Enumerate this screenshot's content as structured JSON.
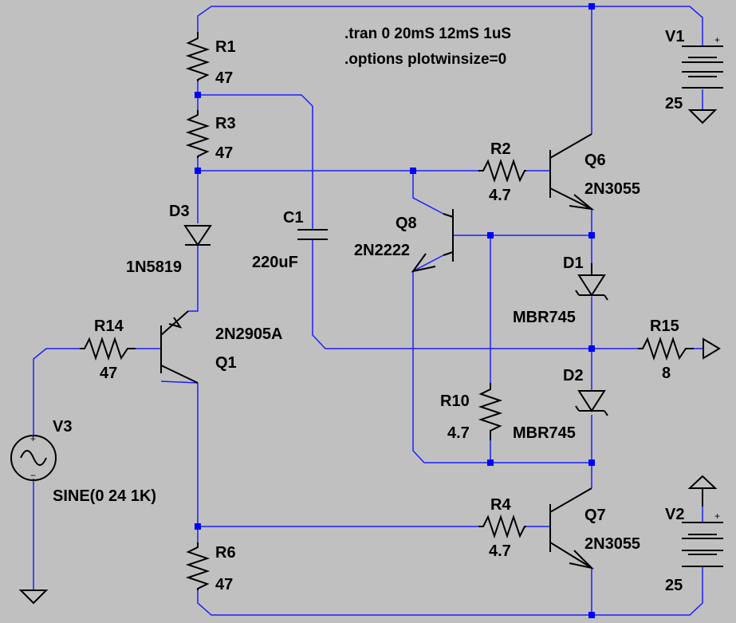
{
  "colors": {
    "background": "#c0c0c0",
    "wire": "#1e1eff",
    "junction": "#0000ff",
    "component": "#000000"
  },
  "directives": {
    "tran": ".tran 0 20mS 12mS 1uS",
    "options": ".options plotwinsize=0"
  },
  "marks": {
    "plus": "+",
    "minus": "−"
  },
  "parts": {
    "r1": {
      "name": "R1",
      "value": "47"
    },
    "r3": {
      "name": "R3",
      "value": "47"
    },
    "r2": {
      "name": "R2",
      "value": "4.7"
    },
    "r4": {
      "name": "R4",
      "value": "4.7"
    },
    "r6": {
      "name": "R6",
      "value": "47"
    },
    "r10": {
      "name": "R10",
      "value": "4.7"
    },
    "r14": {
      "name": "R14",
      "value": "47"
    },
    "r15": {
      "name": "R15",
      "value": "8"
    },
    "c1": {
      "name": "C1",
      "value": "220uF"
    },
    "d1": {
      "name": "D1",
      "value": "MBR745"
    },
    "d2": {
      "name": "D2",
      "value": "MBR745"
    },
    "d3": {
      "name": "D3",
      "value": "1N5819"
    },
    "q1": {
      "name": "Q1",
      "value": "2N2905A"
    },
    "q6": {
      "name": "Q6",
      "value": "2N3055"
    },
    "q7": {
      "name": "Q7",
      "value": "2N3055"
    },
    "q8": {
      "name": "Q8",
      "value": "2N2222"
    },
    "v1": {
      "name": "V1",
      "value": "25"
    },
    "v2": {
      "name": "V2",
      "value": "25"
    },
    "v3": {
      "name": "V3",
      "value": "SINE(0 24 1K)"
    }
  }
}
